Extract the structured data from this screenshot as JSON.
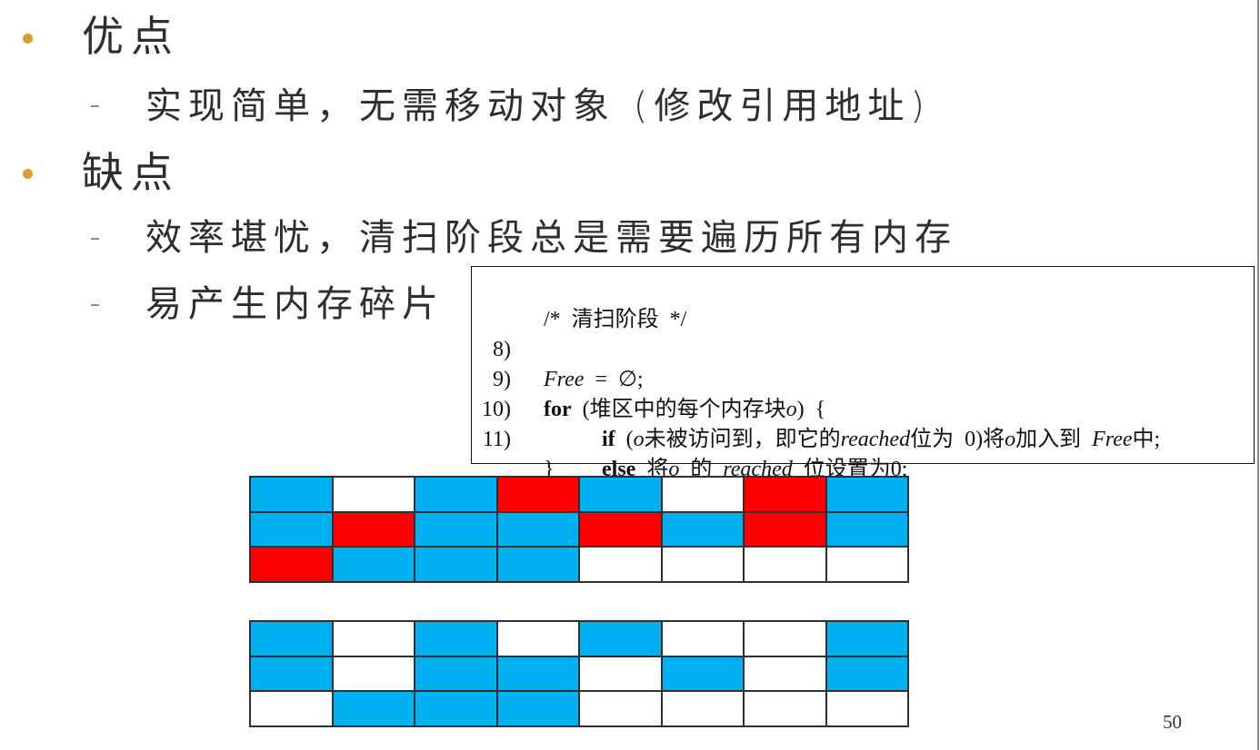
{
  "slide": {
    "sections": [
      {
        "heading": "优点",
        "items": [
          "实现简单，无需移动对象 (修改引用地址)"
        ]
      },
      {
        "heading": "缺点",
        "items": [
          "效率堪忧，清扫阶段总是需要遍历所有内存",
          "易产生内存碎片"
        ]
      }
    ],
    "page_number": "50"
  },
  "code": {
    "comment": "/* 清扫阶段 */",
    "lines": [
      {
        "num": "8)",
        "segments": [
          {
            "var": "Free"
          },
          {
            "txt": " = ∅;"
          }
        ]
      },
      {
        "num": "9)",
        "segments": [
          {
            "kw": "for"
          },
          {
            "txt": " (堆区中的每个内存块"
          },
          {
            "var": "o"
          },
          {
            "txt": ") {"
          }
        ]
      },
      {
        "num": "10)",
        "segments": [
          {
            "kw": "if"
          },
          {
            "txt": " ("
          },
          {
            "var": "o"
          },
          {
            "txt": "未被访问到，即它的"
          },
          {
            "var": "reached"
          },
          {
            "txt": "位为 0)将"
          },
          {
            "var": "o"
          },
          {
            "txt": "加入到 "
          },
          {
            "var": "Free"
          },
          {
            "txt": "中;"
          }
        ]
      },
      {
        "num": "11)",
        "segments": [
          {
            "kw": "else"
          },
          {
            "txt": " 将"
          },
          {
            "var": "o"
          },
          {
            "txt": " 的 "
          },
          {
            "var": "reached"
          },
          {
            "txt": " 位设置为0;"
          }
        ]
      }
    ],
    "closing": "}"
  },
  "colors": {
    "bullet": "#D1A12A",
    "text": "#2E2E2E",
    "code_text": "#111111",
    "grid_line": "#303030"
  },
  "heap_grids": {
    "palette": {
      "blue": "#00B0F0",
      "red": "#FF0000",
      "white": "#FFFFFF"
    },
    "before": [
      [
        "blue",
        "white",
        "blue",
        "red",
        "blue",
        "white",
        "red",
        "blue"
      ],
      [
        "blue",
        "red",
        "blue",
        "blue",
        "red",
        "blue",
        "red",
        "blue"
      ],
      [
        "red",
        "blue",
        "blue",
        "blue",
        "white",
        "white",
        "white",
        "white"
      ]
    ],
    "after": [
      [
        "blue",
        "white",
        "blue",
        "white",
        "blue",
        "white",
        "white",
        "blue"
      ],
      [
        "blue",
        "white",
        "blue",
        "blue",
        "white",
        "blue",
        "white",
        "blue"
      ],
      [
        "white",
        "blue",
        "blue",
        "blue",
        "white",
        "white",
        "white",
        "white"
      ]
    ]
  }
}
